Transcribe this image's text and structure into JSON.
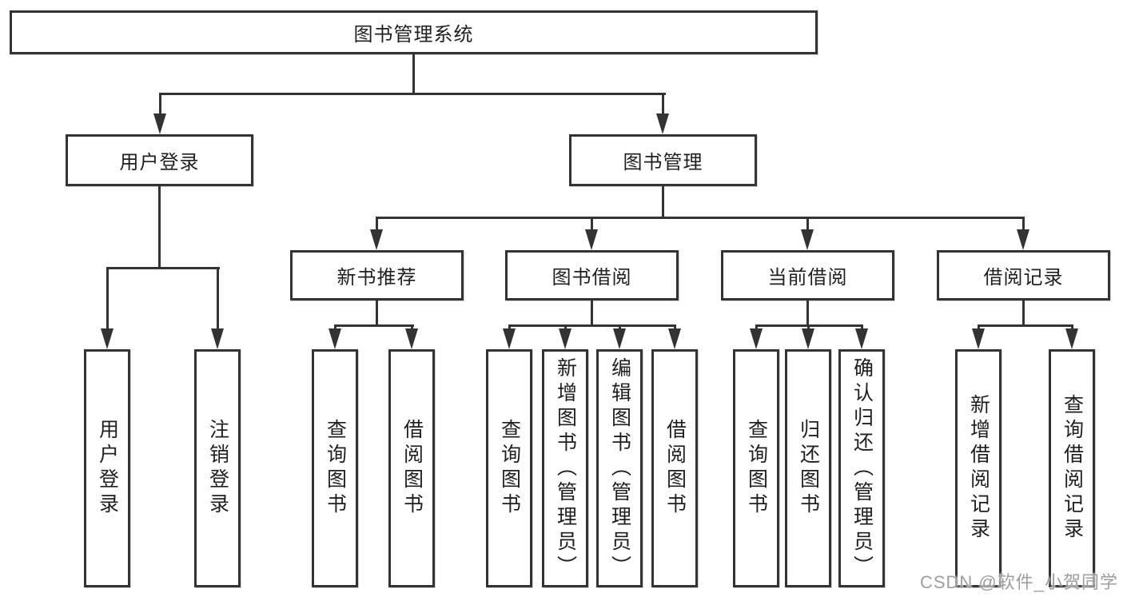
{
  "diagram": {
    "root": "图书管理系统",
    "level2": {
      "user_login": "用户登录",
      "book_management": "图书管理"
    },
    "level3": {
      "new_book_recommend": "新书推荐",
      "book_borrowing": "图书借阅",
      "current_borrowing": "当前借阅",
      "borrowing_records": "借阅记录"
    },
    "leaves": {
      "user_login": [
        "用户登录",
        "注销登录"
      ],
      "new_book_recommend": [
        "查询图书",
        "借阅图书"
      ],
      "book_borrowing": [
        "查询图书",
        "新增图书（管理员）",
        "编辑图书（管理员）",
        "借阅图书"
      ],
      "current_borrowing": [
        "查询图书",
        "归还图书",
        "确认归还（管理员）"
      ],
      "borrowing_records": [
        "新增借阅记录",
        "查询借阅记录"
      ]
    }
  },
  "watermark": "CSDN @软件_小贺同学",
  "colors": {
    "line": "#333333",
    "text": "#1f1f1f",
    "watermark": "#9e9e9e",
    "background": "#ffffff"
  }
}
